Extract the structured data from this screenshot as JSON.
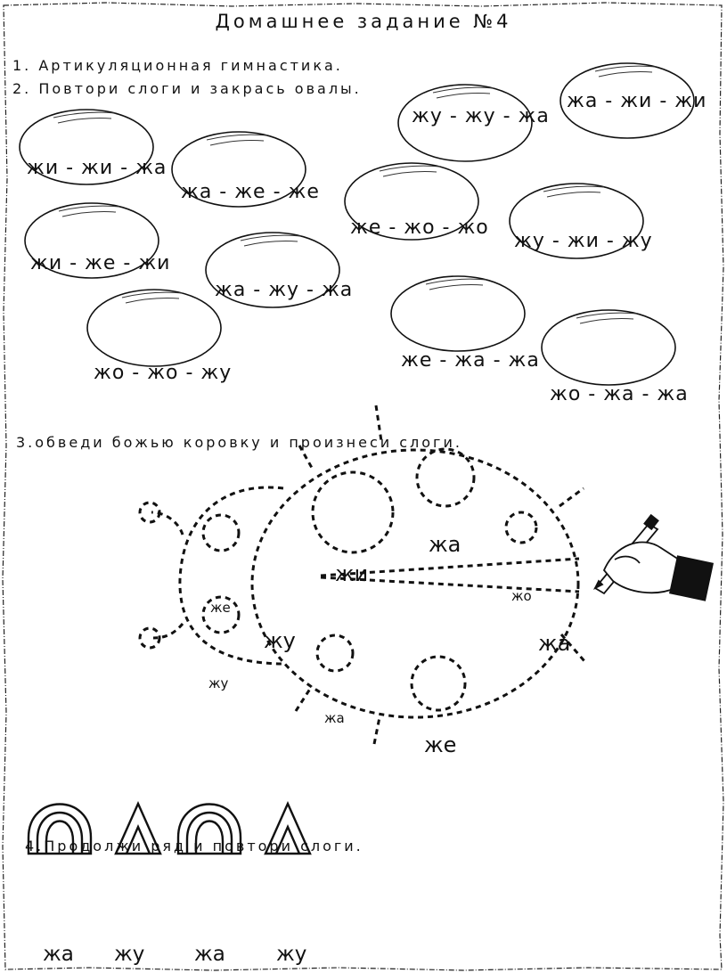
{
  "worksheet": {
    "title": "Домашнее задание №4",
    "tasks": [
      "1.    Артикуляционная гимнастика.",
      "2.    Повтори слоги и закрась овалы.",
      "3.обведи божью коровку и произнеси слоги.",
      "4.Продолжи ряд и повтори слоги."
    ],
    "ovals": [
      "жи - жи - жа",
      "жа - же - же",
      "жу - жу - жа",
      "жа - жи - жи",
      "же - жо - жо",
      "жи - же - жи",
      "жа - жу - жа",
      "жу - жи - жу",
      "же - жа - жа",
      "жо - жо - жу",
      "жо - жа - жа"
    ],
    "ladybug_syllables": [
      "жа",
      "жи",
      "жо",
      "же",
      "жу",
      "жа",
      "жу",
      "жа",
      "же"
    ],
    "bottom_row": [
      "жа",
      "жу",
      "жа",
      "жу"
    ]
  }
}
